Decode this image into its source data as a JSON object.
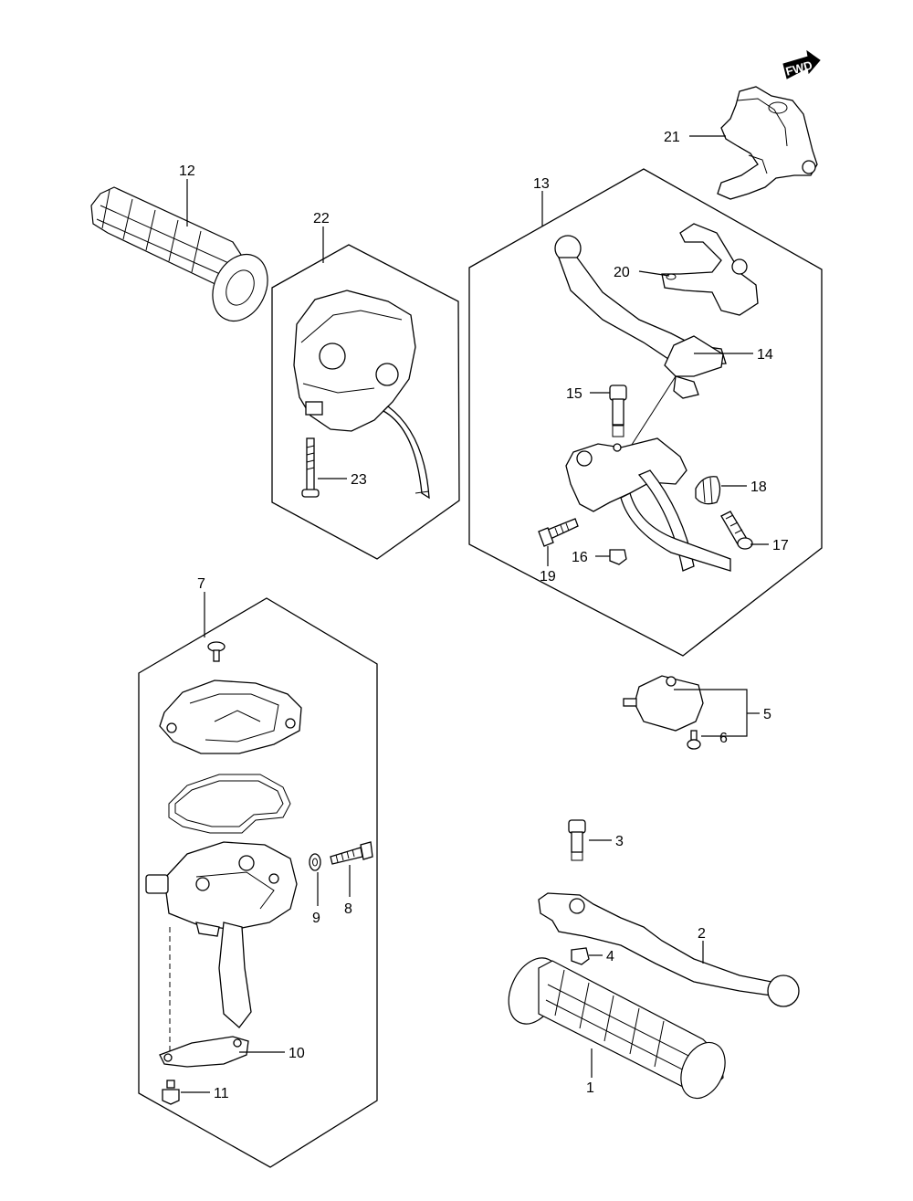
{
  "fwd_label": "FWD",
  "labels": {
    "p1": "1",
    "p2": "2",
    "p3": "3",
    "p4": "4",
    "p5": "5",
    "p6": "6",
    "p7": "7",
    "p8": "8",
    "p9": "9",
    "p10": "10",
    "p11": "11",
    "p12": "12",
    "p13": "13",
    "p14": "14",
    "p15": "15",
    "p16": "16",
    "p17": "17",
    "p18": "18",
    "p19": "19",
    "p20": "20",
    "p21": "21",
    "p22": "22",
    "p23": "23"
  }
}
